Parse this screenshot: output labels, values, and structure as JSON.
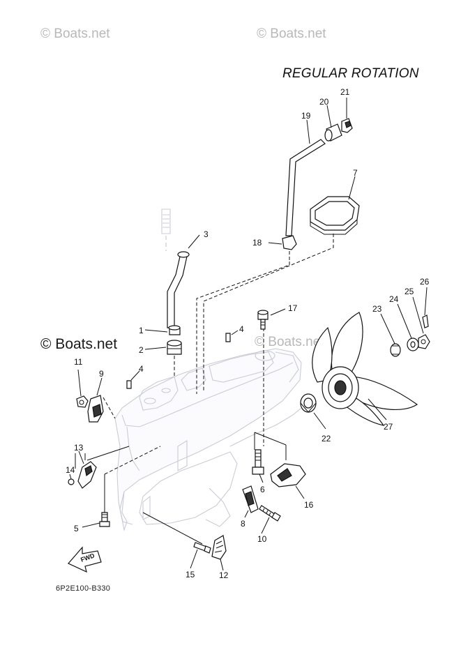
{
  "watermarks": {
    "top_left": "© Boats.net",
    "top_right": "© Boats.net",
    "middle_left": "© Boats.net",
    "middle_center": "© Boats.net"
  },
  "diagram": {
    "title": "REGULAR ROTATION",
    "drawing_code": "6P2E100-B330",
    "fwd_label": "FWD"
  },
  "callouts": {
    "c1": "1",
    "c2": "2",
    "c3": "3",
    "c4a": "4",
    "c4b": "4",
    "c5": "5",
    "c6": "6",
    "c7": "7",
    "c8": "8",
    "c9": "9",
    "c10": "10",
    "c11": "11",
    "c12": "12",
    "c13": "13",
    "c14": "14",
    "c15": "15",
    "c16": "16",
    "c17": "17",
    "c18": "18",
    "c19": "19",
    "c20": "20",
    "c21": "21",
    "c22": "22",
    "c23": "23",
    "c24": "24",
    "c25": "25",
    "c26": "26",
    "c27": "27"
  },
  "colors": {
    "ink": "#111111",
    "ghost": "#c9ccd4",
    "watermark": "#b8b8b8"
  }
}
